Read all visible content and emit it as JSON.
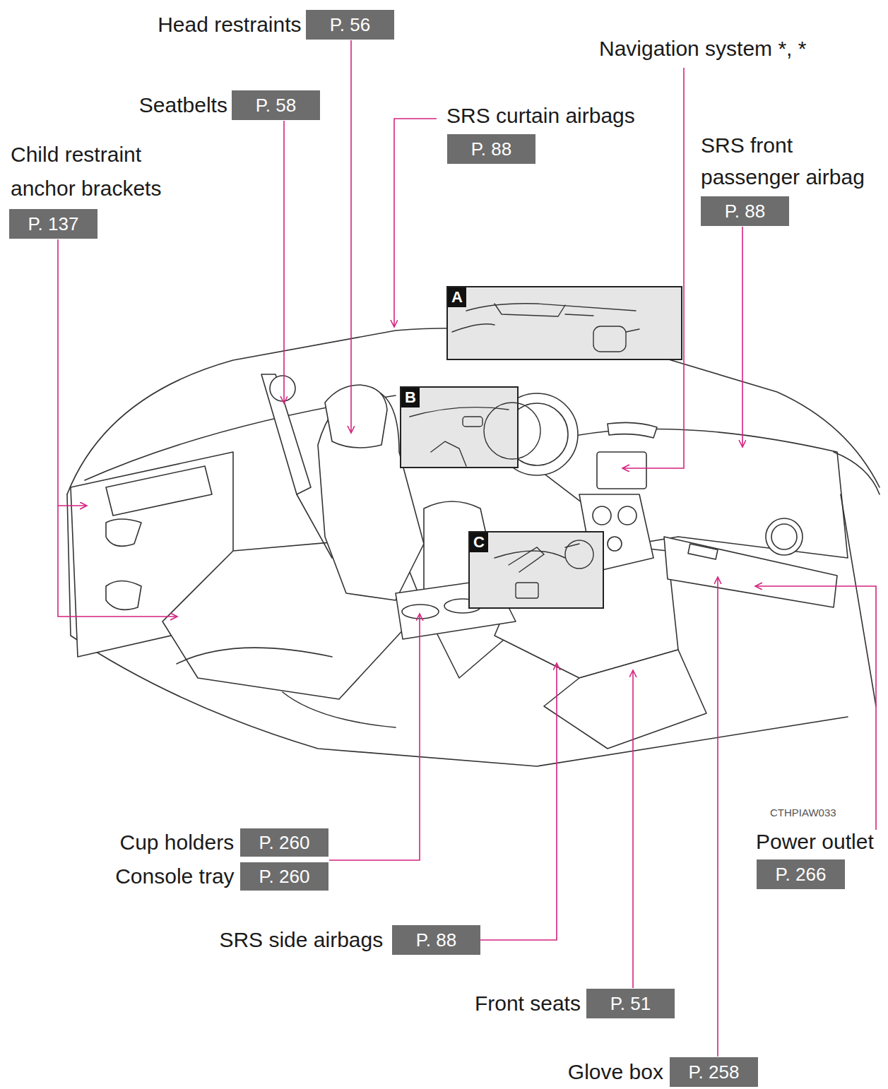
{
  "diagram": {
    "nodes": [
      {
        "text": [
          "Head restraints",
          "P. 56"
        ]
      },
      {
        "text": [
          "Seatbelts",
          "P. 58"
        ]
      },
      {
        "text": [
          "SRS curtain airbags",
          "P. 88"
        ]
      },
      {
        "text": [
          "SRS front passenger airbag",
          "P. 88"
        ]
      },
      {
        "text": [
          "Child restraint anchor brackets",
          "P. 137"
        ]
      },
      {
        "text": [
          "A"
        ]
      },
      {
        "text": [
          "B"
        ]
      },
      {
        "text": [
          "C"
        ]
      },
      {
        "text": [
          "Cup holders",
          "P. 260"
        ]
      },
      {
        "text": [
          "Power outlet",
          "P. 266"
        ]
      },
      {
        "text": [
          "Console tray",
          "P. 260"
        ]
      },
      {
        "text": [
          "SRS side airbags",
          "P. 88"
        ]
      },
      {
        "text": [
          "Front seats",
          "P. 51"
        ]
      },
      {
        "text": [
          "Glove box",
          "P. 258"
        ]
      }
    ],
    "labels": [
      "Navigation system *, *",
      "CTHPIAW033"
    ]
  }
}
